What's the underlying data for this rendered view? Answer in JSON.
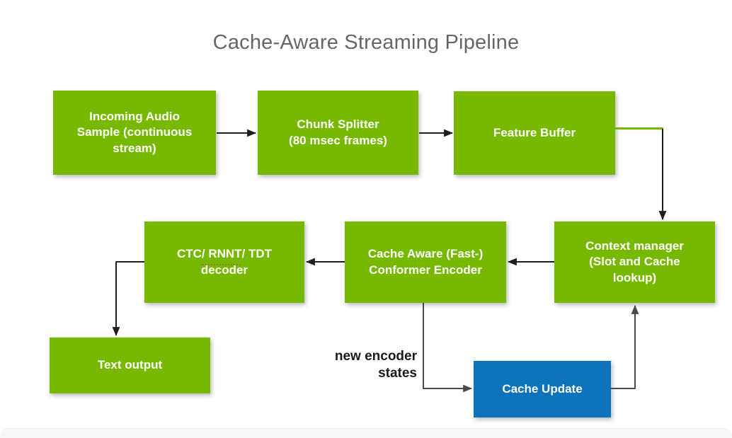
{
  "title": "Cache-Aware Streaming Pipeline",
  "boxes": {
    "incoming_audio": {
      "label": "Incoming Audio\nSample (continuous\nstream)"
    },
    "chunk_splitter": {
      "label": "Chunk Splitter\n(80 msec frames)"
    },
    "feature_buffer": {
      "label": "Feature Buffer"
    },
    "context_manager": {
      "label": "Context manager\n(Slot and Cache\nlookup)"
    },
    "encoder": {
      "label": "Cache Aware (Fast-)\nConformer Encoder"
    },
    "decoder": {
      "label": "CTC/ RNNT/ TDT\ndecoder"
    },
    "text_output": {
      "label": "Text output"
    },
    "cache_update": {
      "label": "Cache Update"
    }
  },
  "edge_labels": {
    "new_encoder_states": "new encoder\nstates"
  },
  "colors": {
    "node_green": "#76b900",
    "node_blue": "#0d73ba",
    "title_gray": "#63676b",
    "connector_black": "#1f1f1f",
    "connector_gray": "#4a4a4a",
    "footer_strip": "#f7f7f8"
  }
}
